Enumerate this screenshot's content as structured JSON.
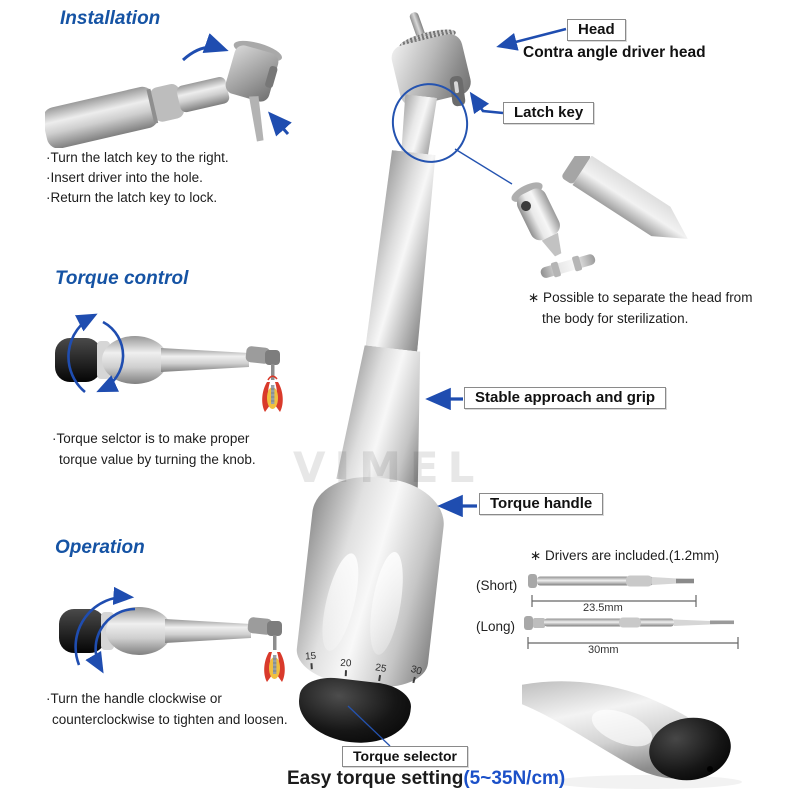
{
  "colors": {
    "heading_blue": "#1553a4",
    "arrow_blue": "#1f4db0",
    "footer_blue": "#1b50c8",
    "implant_red": "#d93a2b",
    "implant_yellow": "#f0c040"
  },
  "watermark": {
    "text": "VIMEL"
  },
  "sections": {
    "installation": {
      "title": "Installation",
      "bullets": [
        "·Turn the latch key to the right.",
        "·Insert driver into the hole.",
        "·Return the latch key to lock."
      ]
    },
    "torque_control": {
      "title": "Torque control",
      "bullets": [
        "·Torque selctor is to make proper",
        "torque value by turning the knob."
      ]
    },
    "operation": {
      "title": "Operation",
      "bullets": [
        "·Turn the handle clockwise or",
        "counterclockwise to tighten and loosen."
      ]
    }
  },
  "callouts": {
    "head": {
      "label": "Head",
      "sub": "Contra angle driver head"
    },
    "latch_key": {
      "label": "Latch key"
    },
    "stable": {
      "label": "Stable approach and grip"
    },
    "torque_handle": {
      "label": "Torque handle"
    },
    "torque_selector": {
      "label": "Torque selector"
    }
  },
  "notes": {
    "separate": [
      "∗ Possible to separate the head from",
      "the body for sterilization."
    ]
  },
  "drivers": {
    "note": "∗ Drivers are included.(1.2mm)",
    "short_label": "(Short)",
    "short_dim": "23.5mm",
    "long_label": "(Long)",
    "long_dim": "30mm"
  },
  "dial": {
    "ticks": [
      "15",
      "20",
      "25",
      "30"
    ]
  },
  "footer": {
    "text_black": "Easy torque setting",
    "text_blue": "(5~35N/cm)"
  }
}
